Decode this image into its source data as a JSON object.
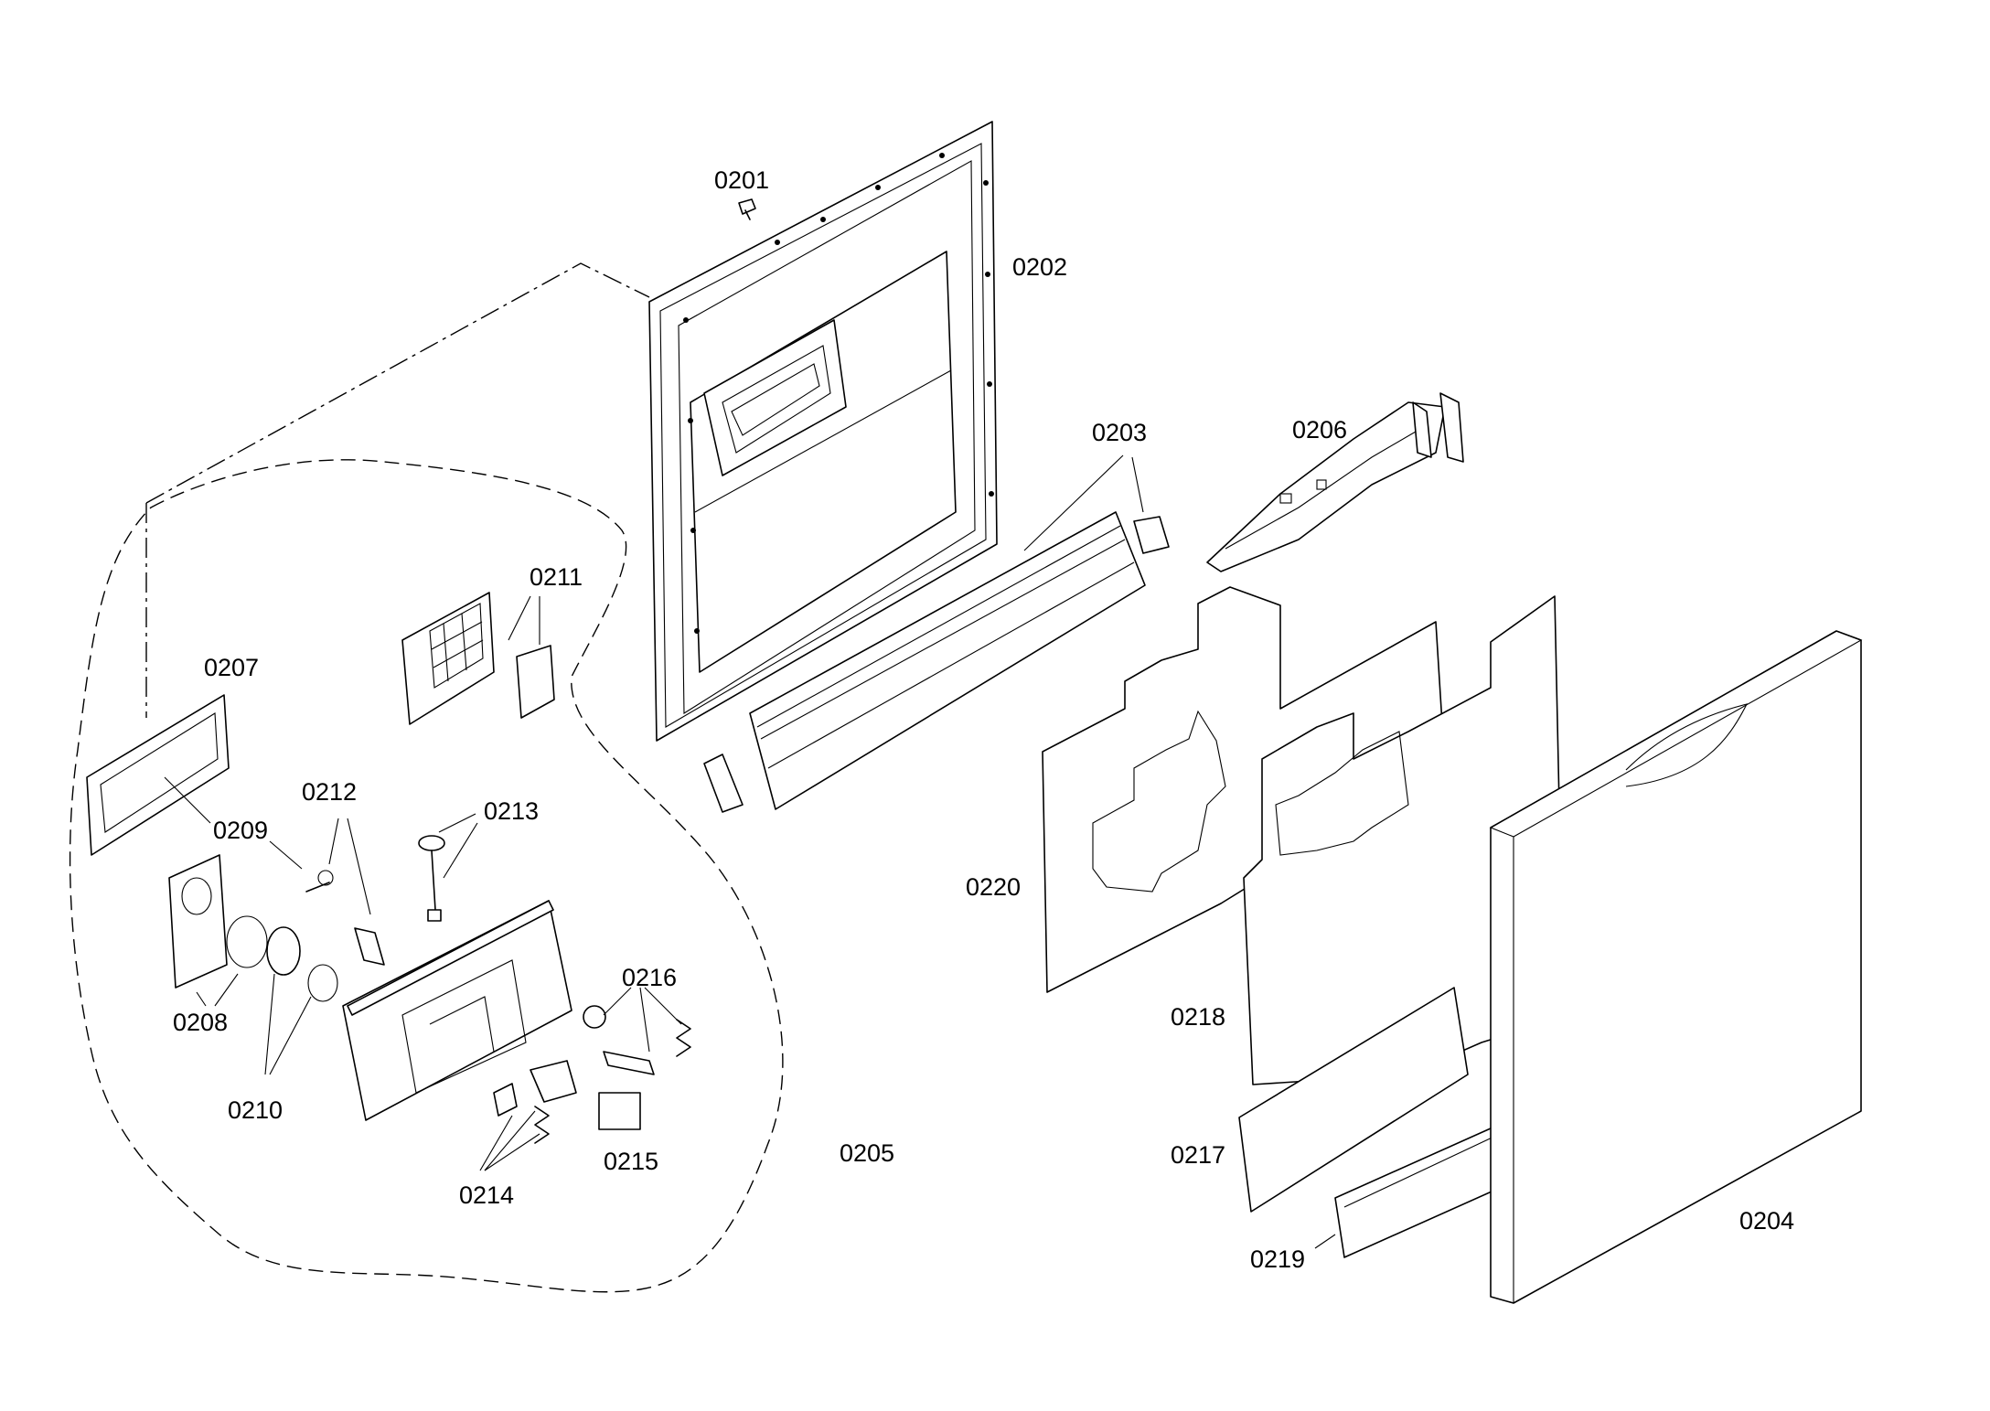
{
  "parts": [
    {
      "id": "0201",
      "label": "0201"
    },
    {
      "id": "0202",
      "label": "0202"
    },
    {
      "id": "0203",
      "label": "0203"
    },
    {
      "id": "0204",
      "label": "0204"
    },
    {
      "id": "0205",
      "label": "0205"
    },
    {
      "id": "0206",
      "label": "0206"
    },
    {
      "id": "0207",
      "label": "0207"
    },
    {
      "id": "0208",
      "label": "0208"
    },
    {
      "id": "0209",
      "label": "0209"
    },
    {
      "id": "0210",
      "label": "0210"
    },
    {
      "id": "0211",
      "label": "0211"
    },
    {
      "id": "0212",
      "label": "0212"
    },
    {
      "id": "0213",
      "label": "0213"
    },
    {
      "id": "0214",
      "label": "0214"
    },
    {
      "id": "0215",
      "label": "0215"
    },
    {
      "id": "0216",
      "label": "0216"
    },
    {
      "id": "0217",
      "label": "0217"
    },
    {
      "id": "0218",
      "label": "0218"
    },
    {
      "id": "0219",
      "label": "0219"
    },
    {
      "id": "0220",
      "label": "0220"
    }
  ]
}
